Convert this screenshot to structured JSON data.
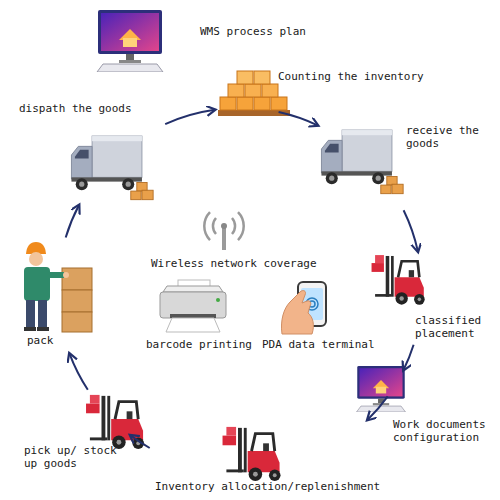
{
  "diagram": {
    "nodes": [
      {
        "text": [
          "WMS process plan"
        ]
      },
      {
        "text": [
          "Counting the inventory"
        ]
      },
      {
        "text": [
          "dispath the goods"
        ]
      },
      {
        "text": [
          "receive the goods"
        ]
      },
      {
        "text": [
          "Wireless network coverage"
        ]
      },
      {
        "text": [
          "classified placement"
        ]
      },
      {
        "text": [
          "pack"
        ]
      },
      {
        "text": [
          "barcode printing"
        ]
      },
      {
        "text": [
          "PDA data terminal"
        ]
      },
      {
        "text": [
          "Work documents configuration"
        ]
      },
      {
        "text": [
          "pick up/ stock up goods"
        ]
      },
      {
        "text": [
          "Inventory allocation/replenishment"
        ]
      }
    ],
    "edges": [
      {
        "from": 1,
        "to": 3,
        "arrow": "to"
      },
      {
        "from": 3,
        "to": 5,
        "arrow": "to"
      },
      {
        "from": 5,
        "to": 9,
        "arrow": "to"
      },
      {
        "from": 9,
        "to": 11,
        "arrow": "to"
      },
      {
        "from": 11,
        "to": 10,
        "arrow": "to"
      },
      {
        "from": 10,
        "to": 6,
        "arrow": "to"
      },
      {
        "from": 6,
        "to": 2,
        "arrow": "to"
      },
      {
        "from": 2,
        "to": 1,
        "arrow": "to"
      }
    ]
  }
}
